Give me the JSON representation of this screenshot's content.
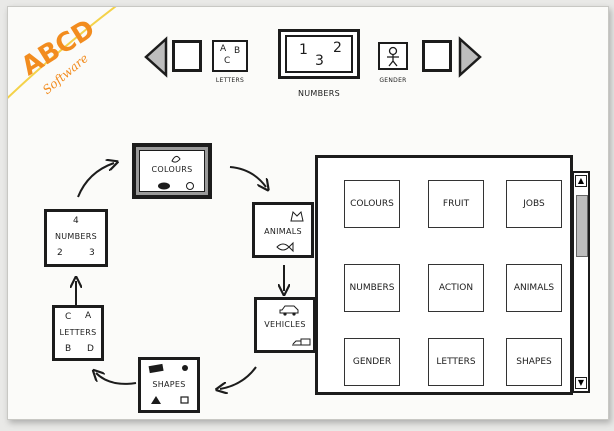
{
  "logo": {
    "letters": "ABCD",
    "subtitle": "Software"
  },
  "top_nav": {
    "letters_label": "Letters",
    "letters_glyph": [
      "A",
      "B",
      "C"
    ],
    "numbers_label": "Numbers",
    "numbers_glyph": [
      "1",
      "2",
      "3"
    ],
    "gender_label": "Gender"
  },
  "cycle": {
    "colours": "Colours",
    "animals": "Animals",
    "vehicles": "Vehicles",
    "shapes": "Shapes",
    "letters": "Letters",
    "numbers": "Numbers",
    "letters_glyph": [
      "C",
      "A",
      "B",
      "D"
    ],
    "numbers_glyph": [
      "4",
      "2",
      "3"
    ]
  },
  "grid": {
    "items": [
      "Colours",
      "Fruit",
      "Jobs",
      "Numbers",
      "Action",
      "Animals",
      "Gender",
      "Letters",
      "Shapes"
    ]
  },
  "scrollbar": {
    "up_glyph": "▲",
    "down_glyph": "▼"
  }
}
